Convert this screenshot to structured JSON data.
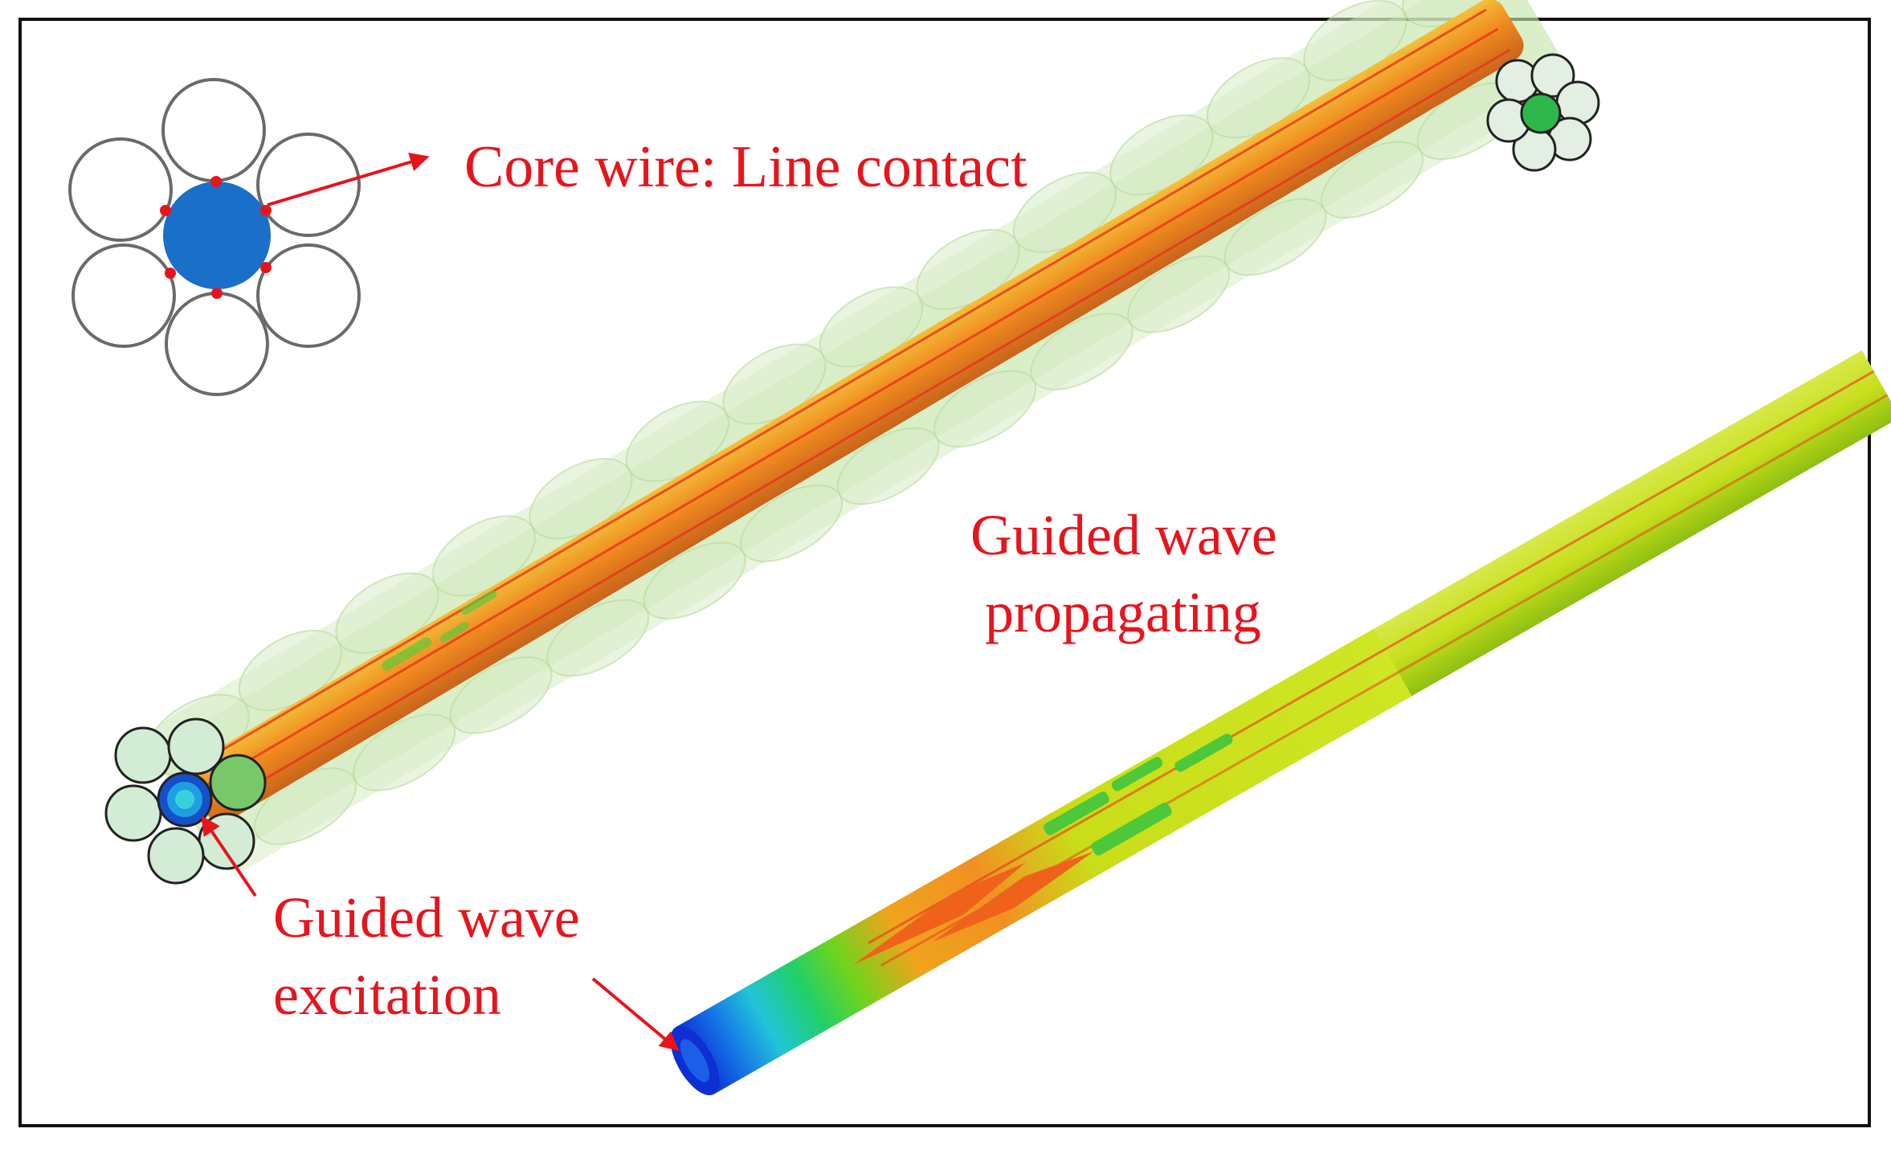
{
  "labels": {
    "core_wire": "Core wire: Line contact",
    "propagating_line1": "Guided wave",
    "propagating_line2": "propagating",
    "excitation_line1": "Guided wave",
    "excitation_line2": "excitation"
  },
  "colors": {
    "annotation": "#e8141c",
    "core_fill": "#1a6fc9",
    "outer_wire_stroke": "#6a6a6a",
    "frame": "#111111"
  }
}
